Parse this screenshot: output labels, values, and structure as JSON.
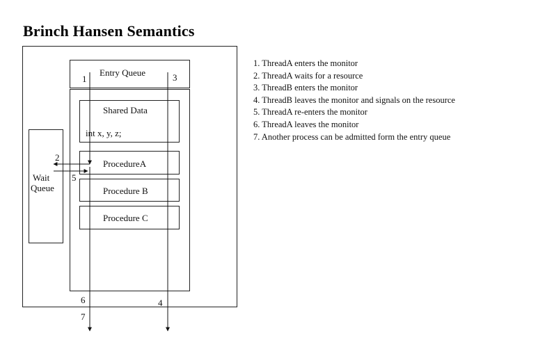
{
  "title": "Brinch Hansen Semantics",
  "diagram": {
    "entry_queue": "Entry Queue",
    "shared_data": {
      "title": "Shared Data",
      "vars": "int x, y, z;"
    },
    "procedures": [
      "ProcedureA",
      "Procedure B",
      "Procedure C"
    ],
    "wait_queue": [
      "Wait",
      "Queue"
    ],
    "arrow_numbers": {
      "n1": "1",
      "n2": "2",
      "n3": "3",
      "n4": "4",
      "n5": "5",
      "n6": "6",
      "n7": "7"
    }
  },
  "steps": [
    "1. ThreadA enters the monitor",
    "2. ThreadA waits for a resource",
    "3. ThreadB enters the monitor",
    "4. ThreadB leaves the monitor and  signals on the resource",
    "5. ThreadA re-enters the monitor",
    "6. ThreadA leaves the monitor",
    "7. Another process can be admitted form the entry queue"
  ]
}
